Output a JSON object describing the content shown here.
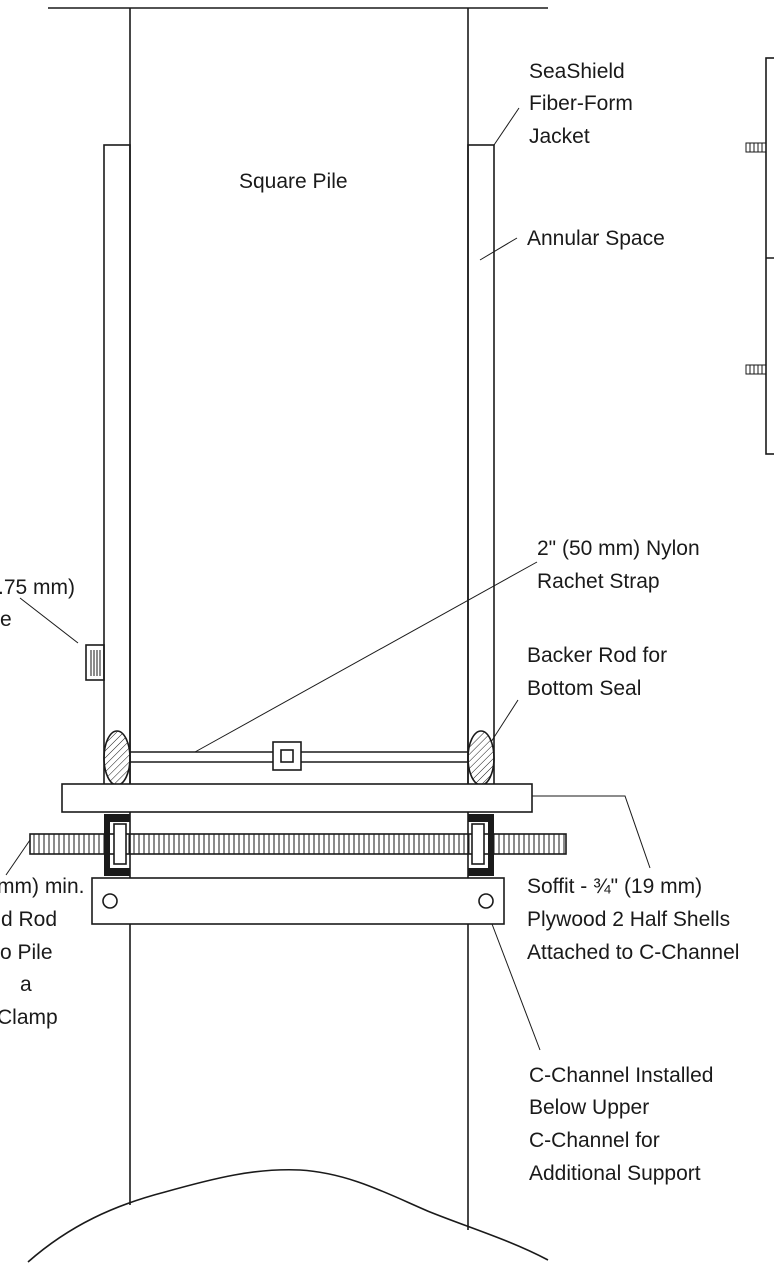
{
  "labels": {
    "square_pile": "Square Pile",
    "jacket": [
      "SeaShield",
      "Fiber-Form",
      "Jacket"
    ],
    "annular_space": "Annular Space",
    "strap": [
      "2\" (50 mm) Nylon",
      "Rachet Strap"
    ],
    "backer_rod": [
      "Backer Rod for",
      "Bottom Seal"
    ],
    "soffit": [
      "Soffit - ¾\" (19 mm)",
      "Plywood 2 Half Shells",
      "Attached to C-Channel"
    ],
    "c_channel": [
      "C-Channel Installed",
      "Below Upper",
      "C-Channel for",
      "Additional Support"
    ],
    "left_cut_1": [
      ".75 mm)",
      "e"
    ],
    "left_cut_2": [
      "mm) min.",
      "d Rod",
      "o Pile",
      "a",
      "Clamp"
    ]
  }
}
